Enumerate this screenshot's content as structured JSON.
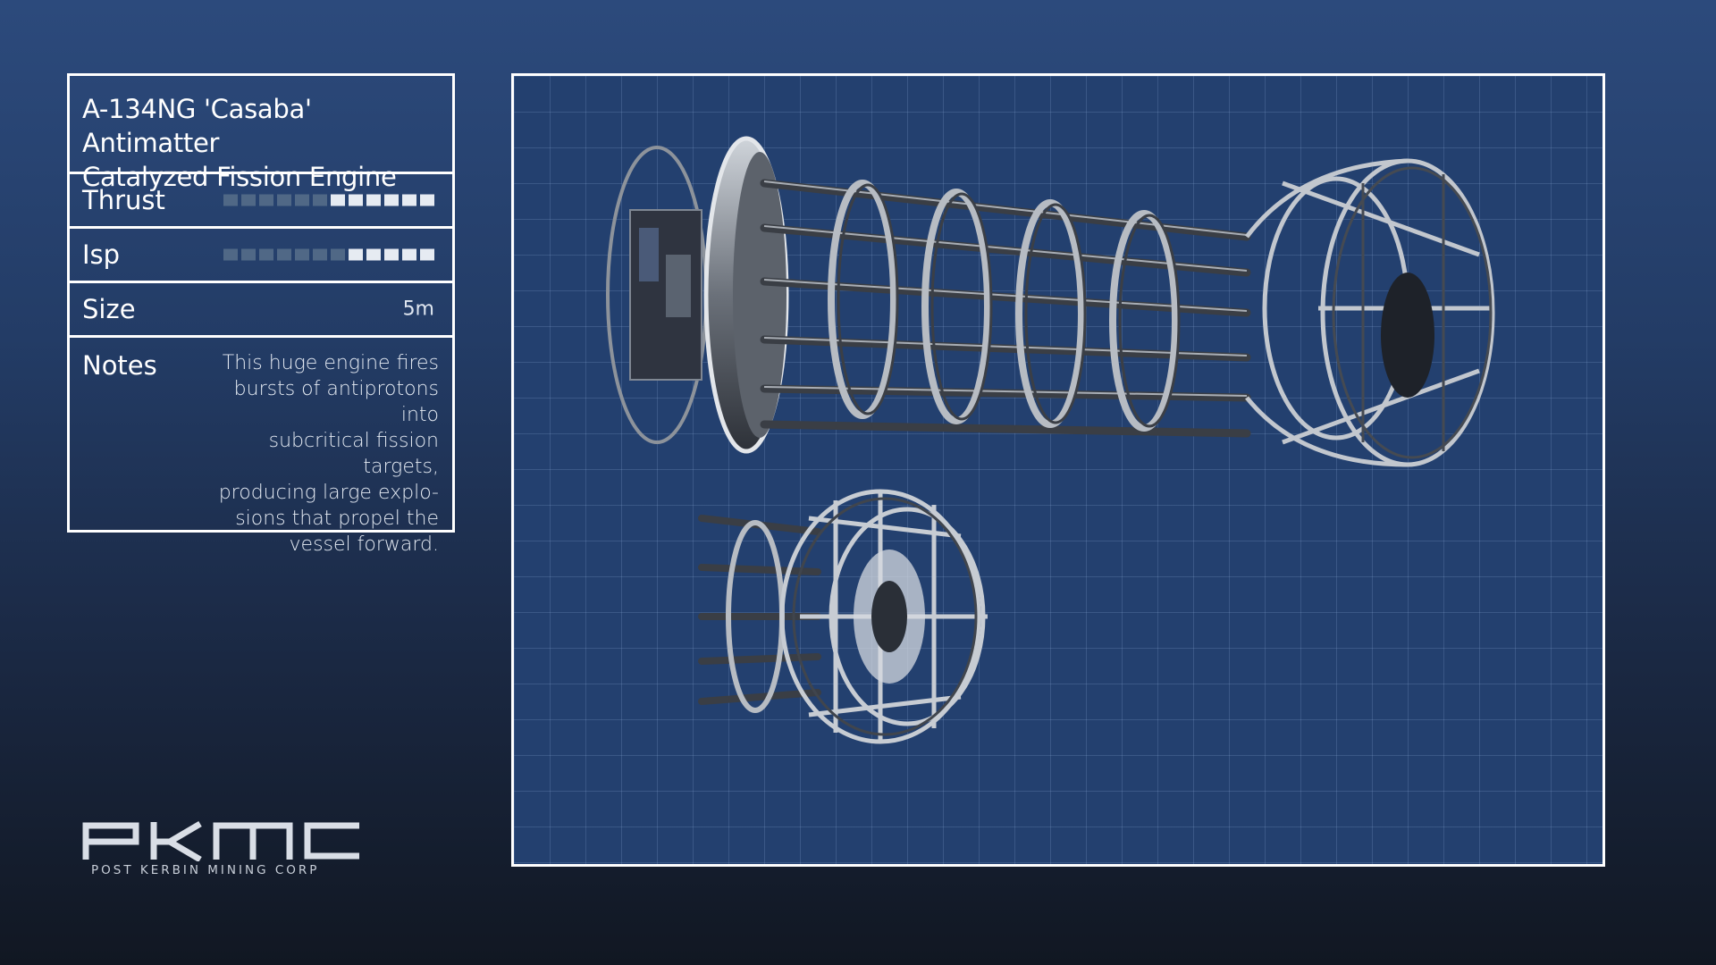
{
  "panel": {
    "title_line1": "A-134NG 'Casaba' Antimatter",
    "title_line2": "Catalyzed Fission Engine",
    "thrust": {
      "label": "Thrust",
      "level": 6,
      "max": 12
    },
    "isp": {
      "label": "Isp",
      "level": 5,
      "max": 12
    },
    "size": {
      "label": "Size",
      "value": "5m"
    },
    "notes": {
      "label": "Notes",
      "lines": [
        "This huge engine fires",
        "bursts of antiprotons into",
        "subcritical fission targets,",
        "producing large explo-",
        "sions that propel the",
        "vessel forward."
      ]
    }
  },
  "logo": {
    "text": "PKMC",
    "subtitle": "POST   KERBIN   MINING   CORP"
  },
  "colors": {
    "bar_on": "#e6ebf2",
    "bar_off": "#506886",
    "blueprint": "#23406f",
    "panel_border": "#ffffff"
  }
}
